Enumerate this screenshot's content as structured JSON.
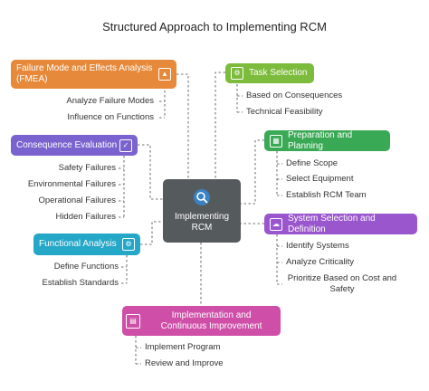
{
  "title": "Structured Approach to Implementing RCM",
  "center": {
    "label_line1": "Implementing",
    "label_line2": "RCM"
  },
  "colors": {
    "orange": "#e6893a",
    "green_light": "#7dbb3c",
    "purple": "#7a63cf",
    "green": "#3aa955",
    "violet": "#9a56cc",
    "cyan": "#25a7c8",
    "magenta": "#cf4fa8",
    "center": "#555a5c"
  },
  "nodes": {
    "fmea": {
      "label": "Failure Mode and Effects Analysis (FMEA)",
      "icon": "triangle-chart-icon",
      "items": [
        "Analyze Failure Modes",
        "Influence on Functions"
      ]
    },
    "task": {
      "label": "Task Selection",
      "icon": "gears-icon",
      "items": [
        "Based on Consequences",
        "Technical Feasibility"
      ]
    },
    "consequence": {
      "label": "Consequence Evaluation",
      "icon": "clipboard-icon",
      "items": [
        "Safety Failures",
        "Environmental Failures",
        "Operational Failures",
        "Hidden Failures"
      ]
    },
    "prep": {
      "label": "Preparation and Planning",
      "icon": "hierarchy-icon",
      "items": [
        "Define Scope",
        "Select Equipment",
        "Establish RCM Team"
      ]
    },
    "system": {
      "label": "System Selection and Definition",
      "icon": "cloud-gear-icon",
      "items": [
        "Identify Systems",
        "Analyze Criticality",
        "Prioritize Based on Cost and Safety"
      ]
    },
    "functional": {
      "label": "Functional Analysis",
      "icon": "monitor-gear-icon",
      "items": [
        "Define Functions",
        "Establish Standards"
      ]
    },
    "improve": {
      "label": "Implementation and Continuous Improvement",
      "icon": "factory-icon",
      "items": [
        "Implement Program",
        "Review and Improve"
      ]
    }
  }
}
